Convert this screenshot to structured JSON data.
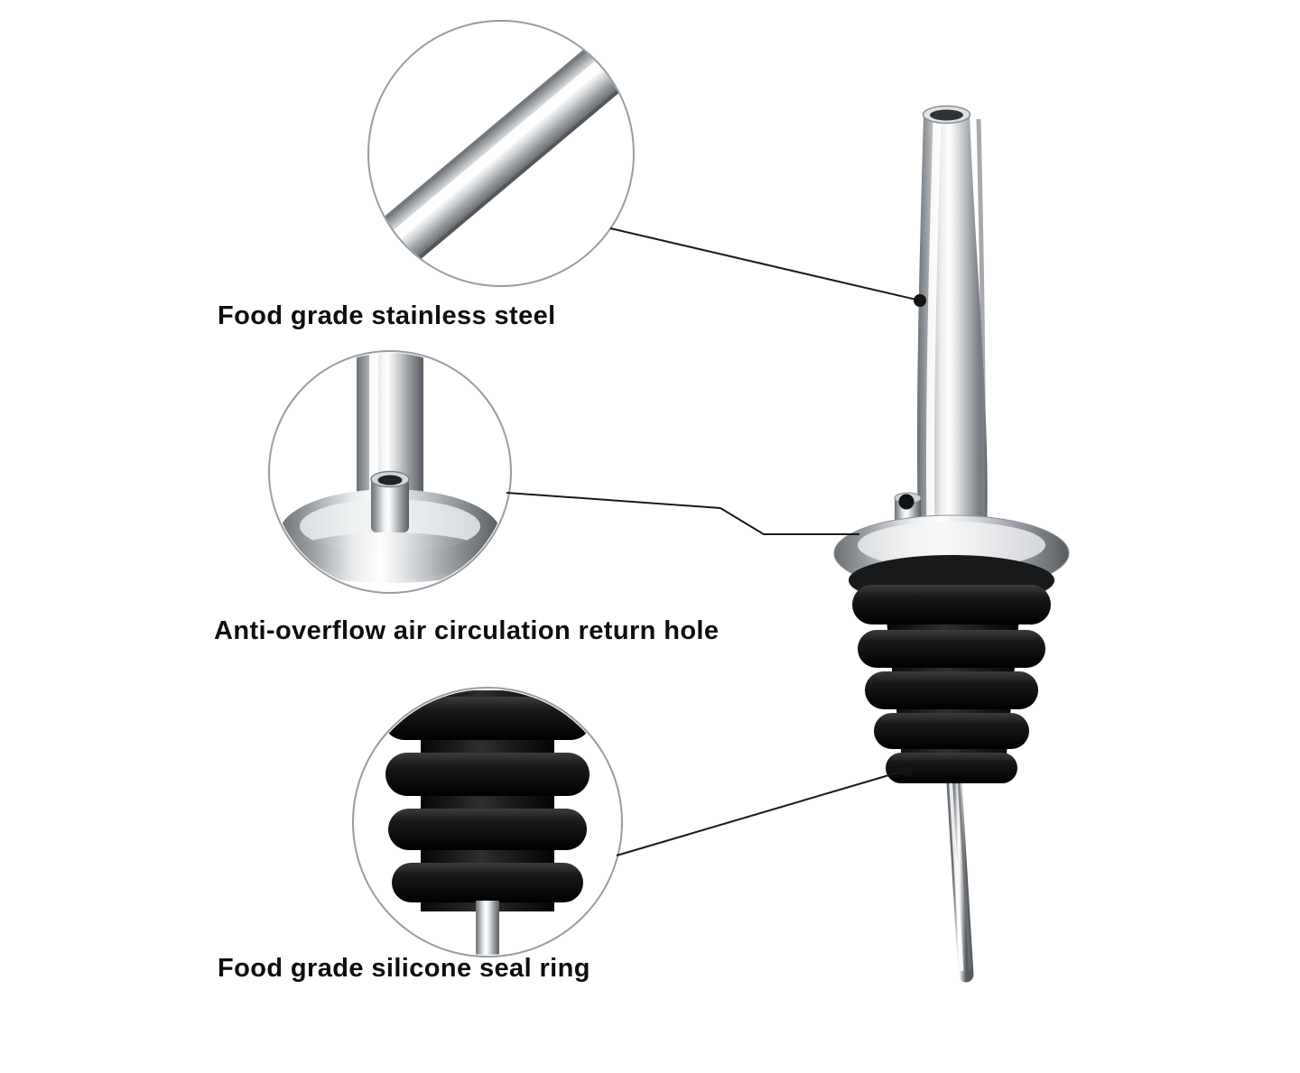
{
  "labels": {
    "stainless_steel": "Food grade stainless steel",
    "air_return_hole": "Anti-overflow air circulation return hole",
    "silicone_seal": "Food grade silicone seal ring"
  },
  "colors": {
    "background": "#ffffff",
    "label_text": "#0e0e0e",
    "callout_line": "#1a1a1a",
    "zoom_circle_stroke": "#989da3",
    "steel_highlight": "#ffffff",
    "steel_mid": "#9ba0a5",
    "steel_shadow": "#585c61",
    "silicone_black": "#0a0a0a"
  }
}
